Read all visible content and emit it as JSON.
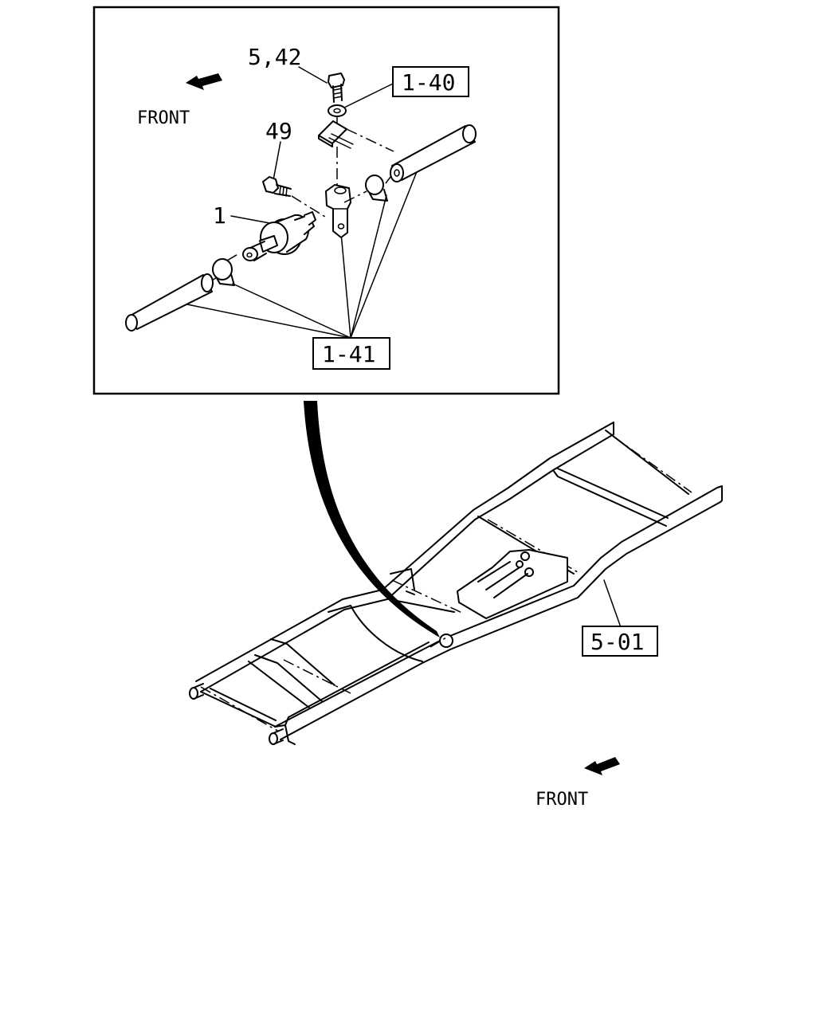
{
  "inset": {
    "labels": {
      "front": "FRONT",
      "bolt_washer": "5,42",
      "bolt": "49",
      "filter": "1"
    },
    "boxed_refs": {
      "clip_ref": "1-40",
      "hose_ref": "1-41"
    }
  },
  "overview": {
    "boxed_refs": {
      "frame_ref": "5-01"
    },
    "labels": {
      "front": "FRONT"
    }
  }
}
